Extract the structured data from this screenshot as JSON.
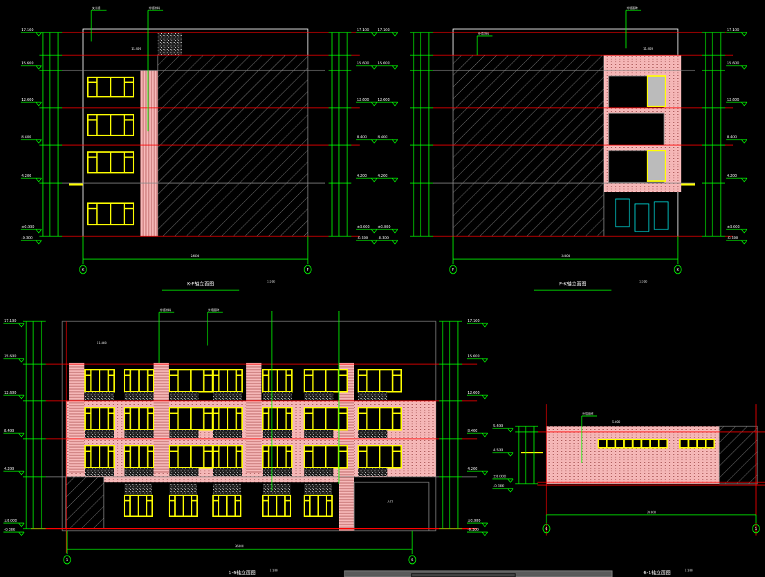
{
  "colors": {
    "background": "#000000",
    "axis": "#00ff00",
    "level_line": "#ff0000",
    "window": "#ffff00",
    "wall": "#f4b6b6",
    "hatch": "#8c8c8c",
    "outline": "#ffffff",
    "door": "#00e5e5"
  },
  "drawings": [
    {
      "id": "k-f",
      "title": "K-F轴立面图",
      "scale": "1:100",
      "axes": [
        "K",
        "F"
      ],
      "overall_dim": "24000",
      "levels": [
        "17.100",
        "15.600",
        "12.600",
        "8.400",
        "4.200",
        "±0.000",
        "-0.300"
      ],
      "notes": [
        "女儿墙",
        "外墙涂料",
        "11.400"
      ]
    },
    {
      "id": "f-k",
      "title": "F-K轴立面图",
      "scale": "1:100",
      "axes": [
        "F",
        "K"
      ],
      "overall_dim": "24000",
      "levels": [
        "17.100",
        "15.600",
        "12.600",
        "8.400",
        "4.200",
        "±0.000",
        "-0.300"
      ],
      "notes": [
        "外墙涂料",
        "外墙面砖",
        "11.400"
      ]
    },
    {
      "id": "1-6",
      "title": "1-6轴立面图",
      "scale": "1:100",
      "axes": [
        "1",
        "6"
      ],
      "overall_dim": "36000",
      "levels": [
        "17.100",
        "15.600",
        "12.600",
        "8.400",
        "4.200",
        "±0.000",
        "-0.300"
      ],
      "notes": [
        "外墙涂料",
        "外墙面砖",
        "11.400",
        "入口"
      ]
    },
    {
      "id": "6-1",
      "title": "6-1轴立面图",
      "scale": "1:100",
      "axes": [
        "6",
        "1"
      ],
      "overall_dim": "24000",
      "levels": [
        "5.400",
        "4.500",
        "±0.000",
        "-0.300"
      ],
      "notes": [
        "外墙面砖",
        "5.400"
      ]
    }
  ]
}
